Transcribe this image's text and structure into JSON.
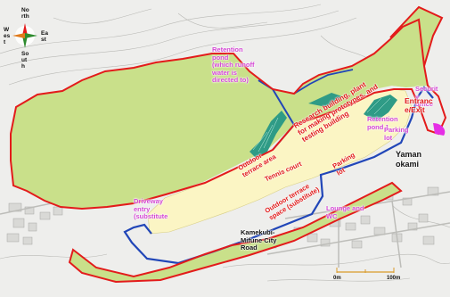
{
  "compass": {
    "north": "No\nrth",
    "west": "W\nes\nt",
    "east": "Ea\nst",
    "south": "So\nut\nh"
  },
  "labels": {
    "retention_pond_north": "Retention\npond\n(which runoff\nwater is\ndirected to)",
    "research_building": "Research building, plant\nfor making prototypes, and\ntesting building",
    "retention_pond_1": "Retention\npond 1",
    "parking_lot_east": "Parking\nlot",
    "security_office": "Securit\ny\noffice",
    "entrance_exit": "Entranc\ne/Exit",
    "outdoor_terrace_area": "Outdoor\nterrace area",
    "tennis_court": "Tennis court",
    "parking_lot": "Parking\nlot",
    "outdoor_terrace_space": "Outdoor terrace\nspace (substitute)",
    "driveway_entry": "Driveway\nentry\n(substitute",
    "lounge_wc": "Lounge and\nWC",
    "kamekubi_road": "Kamekubi-\nMifune City\nRoad",
    "yamanokami": "Yaman\nokami"
  },
  "scale_bar": {
    "zero": "0m",
    "hundred": "100m"
  },
  "colors": {
    "background": "#ececea",
    "green_area": "#c9e08a",
    "cream_area": "#fbf5c4",
    "boundary_red": "#e31b1b",
    "road_blue": "#2146b8",
    "pond_teal": "#2f9b86",
    "magenta_labels": "#d447d4",
    "red_labels": "#e11818"
  }
}
